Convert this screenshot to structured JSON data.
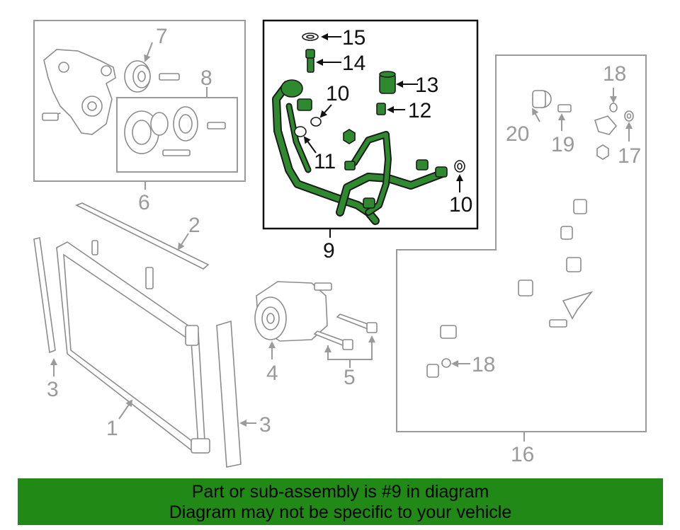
{
  "callouts": {
    "c1": "1",
    "c2": "2",
    "c3a": "3",
    "c3b": "3",
    "c4": "4",
    "c5": "5",
    "c6": "6",
    "c7": "7",
    "c8": "8",
    "c9": "9",
    "c10a": "10",
    "c10b": "10",
    "c11": "11",
    "c12": "12",
    "c13": "13",
    "c14": "14",
    "c15": "15",
    "c16": "16",
    "c17": "17",
    "c18a": "18",
    "c18b": "18",
    "c19": "19",
    "c20": "20"
  },
  "banner": {
    "line1": "Part or sub-assembly is #9 in diagram",
    "line2": "Diagram may not be specific to your vehicle"
  },
  "colors": {
    "highlight": "#2f8a2f",
    "banner": "#218a16",
    "callout_gray": "#9a9a9a",
    "callout_dark": "#111111"
  }
}
